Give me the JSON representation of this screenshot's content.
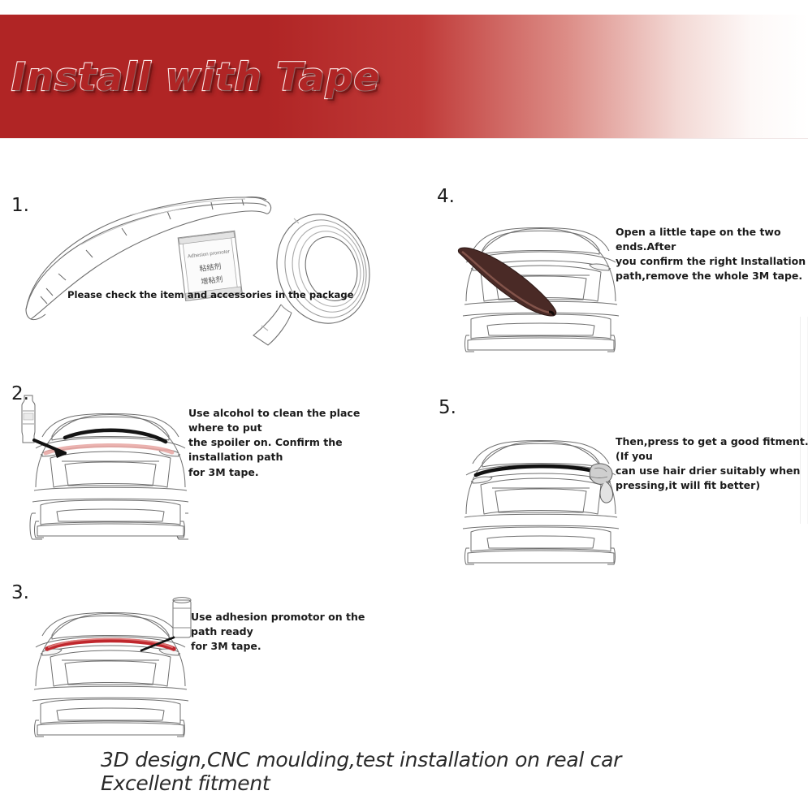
{
  "banner": {
    "title": "Install with Tape",
    "bg_color_start": "#b02525",
    "bg_color_end": "#ffffff"
  },
  "steps": [
    {
      "number": "1.",
      "text": "Please check  the item and accessories in the package",
      "caption_in_art": true,
      "packet": {
        "label_en": "Adhesion promoter",
        "label_cn_line1": "粘结剂",
        "label_cn_line2": "增粘剂"
      },
      "art": "spoiler-packet-tape-roll"
    },
    {
      "number": "2.",
      "text": "Use alcohol to clean the place where to put\nthe spoiler on. Confirm the installation path\nfor 3M tape.",
      "art": "car-rear-with-alcohol-bottle"
    },
    {
      "number": "3.",
      "text": "Use adhesion promotor on the path ready\nfor 3M tape.",
      "art": "car-rear-with-promoter-pen"
    },
    {
      "number": "4.",
      "text": "Open a little tape on the two ends.After\nyou confirm the right Installation\npath,remove the whole 3M tape.",
      "art": "car-rear-with-spoiler-tilted"
    },
    {
      "number": "5.",
      "text": "Then,press to get a good fitment.(If you\ncan use hair drier suitably when\npressing,it will fit better)",
      "art": "car-rear-with-hand-pressing"
    }
  ],
  "footer": {
    "line1": "3D design,CNC moulding,test installation on real car",
    "line2": "Excellent fitment"
  },
  "colors": {
    "banner_red": "#b02525",
    "line_gray": "#6d6d6d",
    "spoiler_dark": "#3c2320",
    "path_red": "#c0272d",
    "text_dark": "#1b1b1b"
  }
}
